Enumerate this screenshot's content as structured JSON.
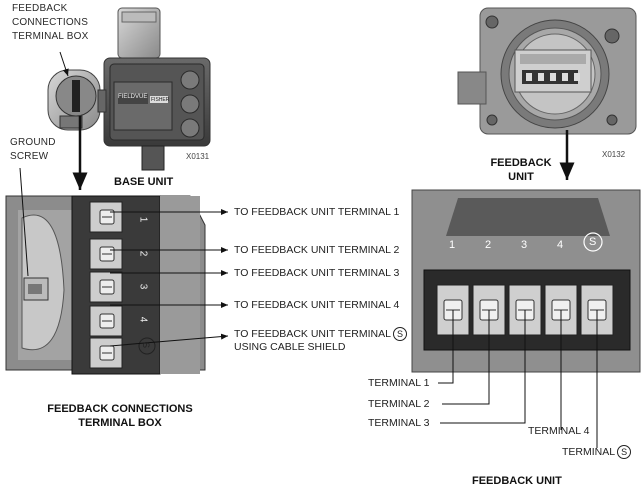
{
  "top_left": {
    "callout_terminal_box": [
      "FEEDBACK",
      "CONNECTIONS",
      "TERMINAL BOX"
    ],
    "base_unit_nameplate": "FIELDVUE",
    "base_unit_brand": "FISHER",
    "figure_code": "X0131",
    "caption": "BASE UNIT"
  },
  "top_right": {
    "figure_code": "X0132",
    "caption_line1": "FEEDBACK",
    "caption_line2": "UNIT"
  },
  "bottom_left": {
    "ground_screw": [
      "GROUND",
      "SCREW"
    ],
    "terminal_numbers": [
      "1",
      "2",
      "3",
      "4"
    ],
    "shield_symbol": "S",
    "connections": [
      "TO FEEDBACK UNIT TERMINAL 1",
      "TO FEEDBACK UNIT TERMINAL 2",
      "TO FEEDBACK UNIT TERMINAL 3",
      "TO FEEDBACK UNIT TERMINAL 4",
      "TO FEEDBACK UNIT TERMINAL"
    ],
    "shield_note": "USING CABLE SHIELD",
    "caption_line1": "FEEDBACK CONNECTIONS",
    "caption_line2": "TERMINAL BOX"
  },
  "bottom_right": {
    "terminal_numbers": [
      "1",
      "2",
      "3",
      "4"
    ],
    "shield_symbol": "S",
    "terminal_labels": [
      "TERMINAL 1",
      "TERMINAL 2",
      "TERMINAL 3",
      "TERMINAL 4",
      "TERMINAL"
    ],
    "caption": "FEEDBACK UNIT"
  }
}
